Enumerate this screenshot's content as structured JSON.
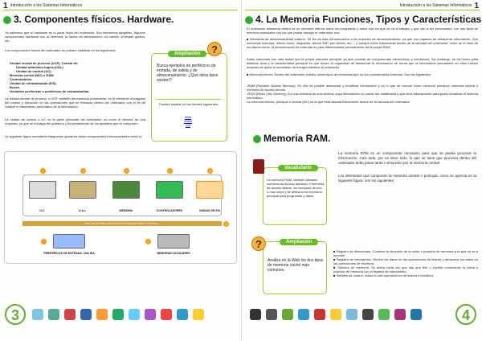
{
  "left": {
    "header_num": "1",
    "header_text": "Introducción a los Sistemas Informáticos",
    "title": "3. Componentes físicos. Hardware.",
    "intro": "Ya sabemos que el hardware es la parte física del ordenador. Son elementos tangibles. Algunos componentes hardware son la memoria, la fuente de alimentación, los cables, la tarjeta gráfica, etc...",
    "list_intro": "Los componentes físicos del ordenador se pueden clasificar en los siguientes:",
    "list": [
      "Unidad central de proceso (UCP). Consta de:",
      "Unidad aritmético-lógica (UAL).",
      "Unidad de control (UC).",
      "Memoria central (MC) o RAM.",
      "Controladores.",
      "Unidad de entrada/salida (E/S).",
      "Buses.",
      "Unidades periféricas o periféricos de entrada/salida."
    ],
    "para2": "La unidad central de proceso o UCP, también denominada procesador, es el elemento encargado del control y ejecución de las operaciones que se efectúan dentro del ordenador con el fin de realizar el tratamiento automático de la información.",
    "para3": "La unidad de control o UC es la parte pensante del ordenador; es como el director de una orquesta, ya que se encarga del gobierno y funcionamiento de los aparatos que la componen.",
    "para4": "La siguiente figura muestra la integración global de estos componentes interconectados entre sí:",
    "ampliacion_tag": "Ampliación",
    "ampliacion_text": "Busca ejemplos de periféricos de entrada, de salida y de almacenamiento. ¿Qué otros tipos existen?",
    "ampliacion_extra": "Puedes ampliar en las fuentes siguientes:",
    "links": [
      "Web",
      "Video",
      "pdf"
    ],
    "diagram": {
      "components": [
        "U.C.",
        "U.A.L.",
        "MEMORIA",
        "CONTROLADORES",
        "UNIDAD DE E/S"
      ],
      "bus_label": "BUS DEL SISTEMA (BUS DE DATOS, DIRECCIONES Y CONTROL)",
      "bottom": [
        "PERIFÉRICOS DE ENTRADA / SALIDA",
        "MEMORIAS AUXILIARES"
      ],
      "badges": [
        "1",
        "2",
        "3",
        "4",
        "5",
        "6",
        "7",
        "8"
      ]
    },
    "page_number": "3"
  },
  "right": {
    "header_num": "1",
    "header_text": "Introducción a los Sistemas Informáticos",
    "title": "4. La Memoria Funciones, Tipos y Características",
    "intro": "El ordenador almacena dentro de su memoria interna todos los programas y datos con los que se va a trabajar y que van a ser procesados. Los dos tipos de memoria esenciales con los que puede trabajar el ordenador son:",
    "items": [
      "Memorias de almacenamiento externo. Se les da este denominación a los soportes de almacenamiento, ya que son capaces de almacenar información. Son memorias externas: discos duros, disquetes, discos ZAP, pen drives, etc..., y aunque están físicamente dentro de la carcasa del ordenador, como es el caso de los discos duros, la denominación de externas es para diferenciarlas precisamente de la propia RAM.",
      "Memoria interna. Dentro del ordenador existen varios tipos de memorias que no son consideradas externas. Son las siguientes:"
    ],
    "extra_para": "Estas memorias son más lentas que la propia memoria principal, ya que constan de componentes electrónicos y mecánicos. Sin embargo, se ha hecho para distintos usos y la característica principal es que tienen la capacidad de almacenar la información de forma que la información permanece en ellas incluso después de quitar el suministro de energía eléctrica al ordenador.",
    "ram_def": "-RAM (Random Access Memory). En ella es posible almacenar y modificar información y es lo que se conoce como memoria principal, memoria central o memoria de acceso directo.",
    "rom_def": "-ROM (Read Only Memory). Es una memoria de solo lectura, cuya información no puede ser modificada y que sirve básicamente para poder inicializar el sistema informático.",
    "ram_note": "La memoria interna, principal o central (MC) es la que está situada físicamente dentro de la carcasa del ordenador.",
    "subtitle": "Memoria RAM.",
    "ram_intro": "La memoria RAM es un componente necesario para que se pueda procesar la información. Casi todo, por no decir todo, lo que se tiene que procesar dentro del ordenador debe pasar tarde o temprano por la memoria central.",
    "ram_intro2": "Los elementos que componen la memoria central o principal, como se aprecia en la siguiente figura, son los siguientes:",
    "vocab_tag": "Vocabulario",
    "vocab_text": "La memoria RAM, también llamada memoria de acceso aleatorio o memoria de acceso directo, se compone de uno o más chips y se utiliza como memoria principal para programas y datos.",
    "ampliacion_tag": "Ampliación",
    "ampliacion_text": "Analiza en la Web los dos tipos de memoria caché más comunes.",
    "components_list": [
      "Registro de direcciones. Contiene la dirección de la celda o posición de memoria a la que se va a acceder.",
      "Registro de intercambio. Recibe los datos en las operaciones de lectura y almacena los datos en las operaciones de escritura.",
      "Selector de memoria. Se activa cada vez que hay que leer o escribir conectando la celda o posición de memoria con el registro de intercambio.",
      "Señales de control. Indica si una operación es de lectura o escritura."
    ],
    "page_number": "4"
  }
}
